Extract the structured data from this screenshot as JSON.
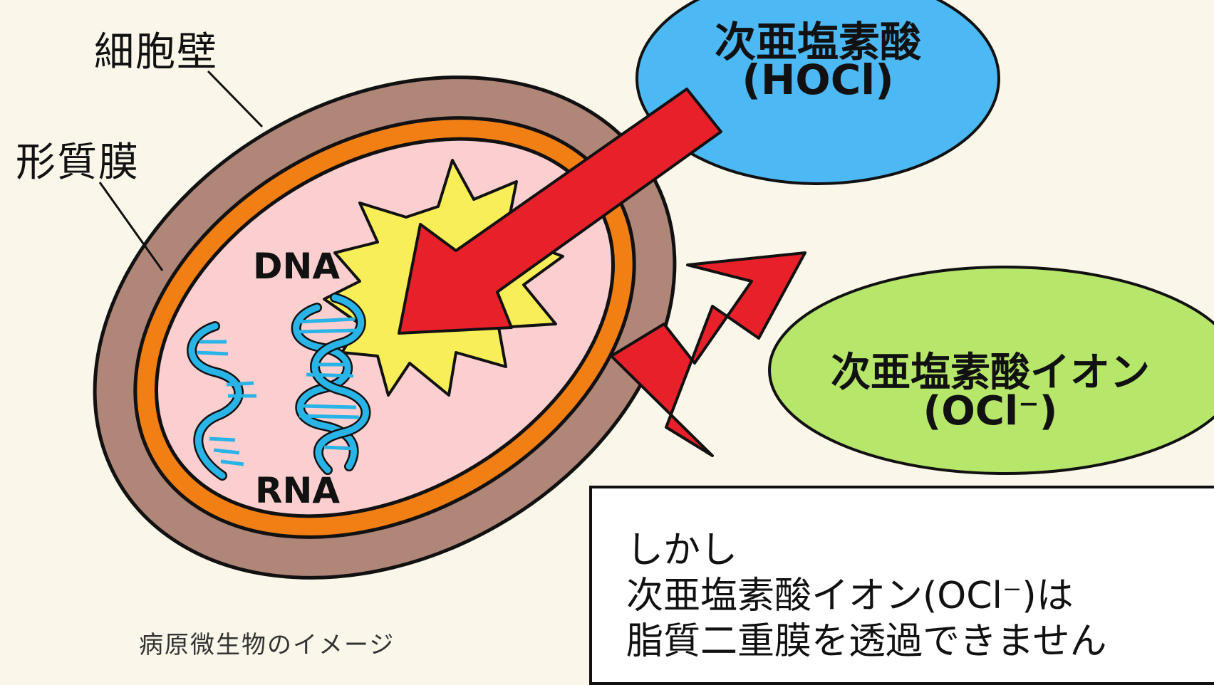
{
  "labels": {
    "cell_wall": "細胞壁",
    "plasma_membrane": "形質膜",
    "dna": "DNA",
    "rna": "RNA",
    "caption": "病原微生物のイメージ"
  },
  "hocl": {
    "name": "次亜塩素酸",
    "formula": "(HOCl)",
    "color": "#4cb8f4"
  },
  "ocl": {
    "name": "次亜塩素酸イオン",
    "formula": "(OCl⁻)",
    "color": "#b6e66a"
  },
  "note": {
    "lines": [
      "しかし",
      "次亜塩素酸イオン(OCl⁻)は",
      "脂質二重膜を透過できません"
    ]
  },
  "colors": {
    "background": "#faf7ea",
    "cell_wall": "#b08678",
    "plasma_membrane": "#f27f13",
    "cytoplasm": "#fbcfd0",
    "burst": "#f8ef58",
    "arrow": "#e8202a",
    "dna": "#28b4e6"
  }
}
